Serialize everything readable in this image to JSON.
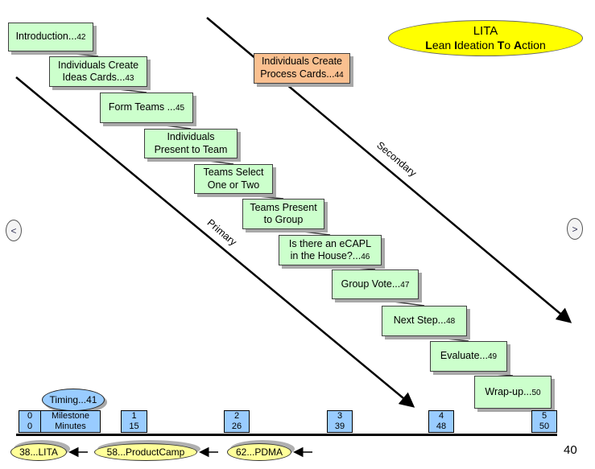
{
  "title": {
    "acronym": "LITA",
    "subtitle": "Lean Ideation To Action"
  },
  "nav": {
    "prev_label": "<",
    "next_label": ">"
  },
  "flow_labels": {
    "primary": "Primary",
    "secondary": "Secondary"
  },
  "cascade": {
    "steps": [
      {
        "text": "Introduction...",
        "num": "42"
      },
      {
        "text": "Individuals Create\nIdeas Cards...",
        "num": "43"
      },
      {
        "text": "Form Teams ...",
        "num": "45"
      },
      {
        "text": "Individuals\nPresent to Team",
        "num": ""
      },
      {
        "text": "Teams Select\nOne or Two",
        "num": ""
      },
      {
        "text": "Teams Present\nto Group",
        "num": ""
      },
      {
        "text": "Is there an eCAPL\nin the House?...",
        "num": "46"
      },
      {
        "text": "Group Vote...",
        "num": "47"
      },
      {
        "text": "Next Step...",
        "num": "48"
      },
      {
        "text": "Evaluate...",
        "num": "49"
      },
      {
        "text": "Wrap-up...",
        "num": "50"
      }
    ]
  },
  "secondary_step": {
    "text": "Individuals Create\nProcess Cards...",
    "num": "44"
  },
  "timeline": {
    "timing_badge": "Timing...41",
    "legend": {
      "zero_top": "0",
      "zero_bottom": "0",
      "row1": "Milestone",
      "row2": "Minutes"
    },
    "milestones": [
      {
        "n": "1",
        "min": "15"
      },
      {
        "n": "2",
        "min": "26"
      },
      {
        "n": "3",
        "min": "39"
      },
      {
        "n": "4",
        "min": "48"
      },
      {
        "n": "5",
        "min": "50"
      }
    ],
    "refs": [
      {
        "label": "38...LITA"
      },
      {
        "label": "58...ProductCamp"
      },
      {
        "label": "62...PDMA"
      }
    ]
  },
  "page_number": "40",
  "colors": {
    "step_fill": "#ccffcc",
    "secondary_step_fill": "#fac090",
    "milestone_fill": "#99ccff",
    "title_fill": "#ffff00",
    "ref_fill": "#ffff99",
    "shadow": "#a8a8a8",
    "line": "#000000"
  }
}
